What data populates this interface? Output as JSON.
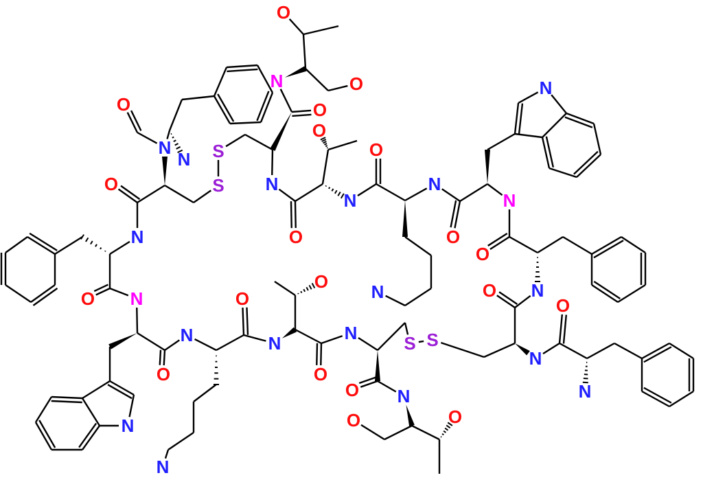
{
  "title": "Cyclic peptide structure with disulfide bridges",
  "colors": {
    "O": "#ff0d0d",
    "N": "#1f1fff",
    "Nh": "#ff00ff",
    "S": "#9b1fd6",
    "bond": "#000000"
  },
  "atoms": [
    {
      "symbol": "O",
      "kind": "O"
    },
    {
      "symbol": "O",
      "kind": "O"
    },
    {
      "symbol": "N",
      "kind": "Nh"
    },
    {
      "symbol": "O",
      "kind": "O"
    },
    {
      "symbol": "O",
      "kind": "O"
    },
    {
      "symbol": "O",
      "kind": "O"
    },
    {
      "symbol": "N",
      "kind": "N"
    },
    {
      "symbol": "N",
      "kind": "N"
    },
    {
      "symbol": "S",
      "kind": "S"
    },
    {
      "symbol": "S",
      "kind": "S"
    },
    {
      "symbol": "N",
      "kind": "N"
    },
    {
      "symbol": "O",
      "kind": "O"
    },
    {
      "symbol": "N",
      "kind": "N"
    },
    {
      "symbol": "N",
      "kind": "N"
    },
    {
      "symbol": "O",
      "kind": "O"
    },
    {
      "symbol": "N",
      "kind": "N"
    },
    {
      "symbol": "N",
      "kind": "N"
    },
    {
      "symbol": "O",
      "kind": "O"
    },
    {
      "symbol": "O",
      "kind": "O"
    },
    {
      "symbol": "N",
      "kind": "Nh"
    },
    {
      "symbol": "O",
      "kind": "O"
    },
    {
      "symbol": "N",
      "kind": "N"
    },
    {
      "symbol": "O",
      "kind": "O"
    },
    {
      "symbol": "N",
      "kind": "Nh"
    },
    {
      "symbol": "N",
      "kind": "N"
    },
    {
      "symbol": "O",
      "kind": "O"
    },
    {
      "symbol": "O",
      "kind": "O"
    },
    {
      "symbol": "O",
      "kind": "O"
    },
    {
      "symbol": "N",
      "kind": "N"
    },
    {
      "symbol": "N",
      "kind": "N"
    },
    {
      "symbol": "N",
      "kind": "N"
    },
    {
      "symbol": "S",
      "kind": "S"
    },
    {
      "symbol": "S",
      "kind": "S"
    },
    {
      "symbol": "N",
      "kind": "N"
    },
    {
      "symbol": "O",
      "kind": "O"
    },
    {
      "symbol": "O",
      "kind": "O"
    },
    {
      "symbol": "O",
      "kind": "O"
    },
    {
      "symbol": "O",
      "kind": "O"
    },
    {
      "symbol": "N",
      "kind": "N"
    },
    {
      "symbol": "N",
      "kind": "N"
    },
    {
      "symbol": "N",
      "kind": "N"
    },
    {
      "symbol": "O",
      "kind": "O"
    },
    {
      "symbol": "O",
      "kind": "O"
    },
    {
      "symbol": "N",
      "kind": "N"
    }
  ]
}
